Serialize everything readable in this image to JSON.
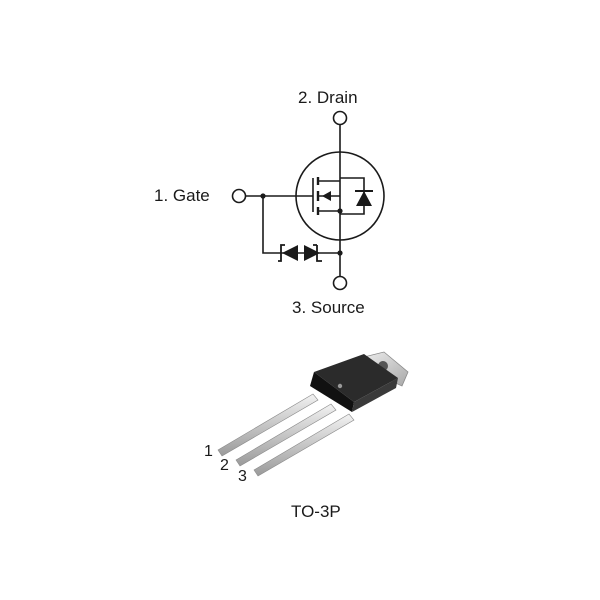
{
  "schematic": {
    "drain_label": "2. Drain",
    "gate_label": "1. Gate",
    "source_label": "3. Source"
  },
  "package": {
    "pin1": "1",
    "pin2": "2",
    "pin3": "3",
    "name": "TO-3P"
  }
}
